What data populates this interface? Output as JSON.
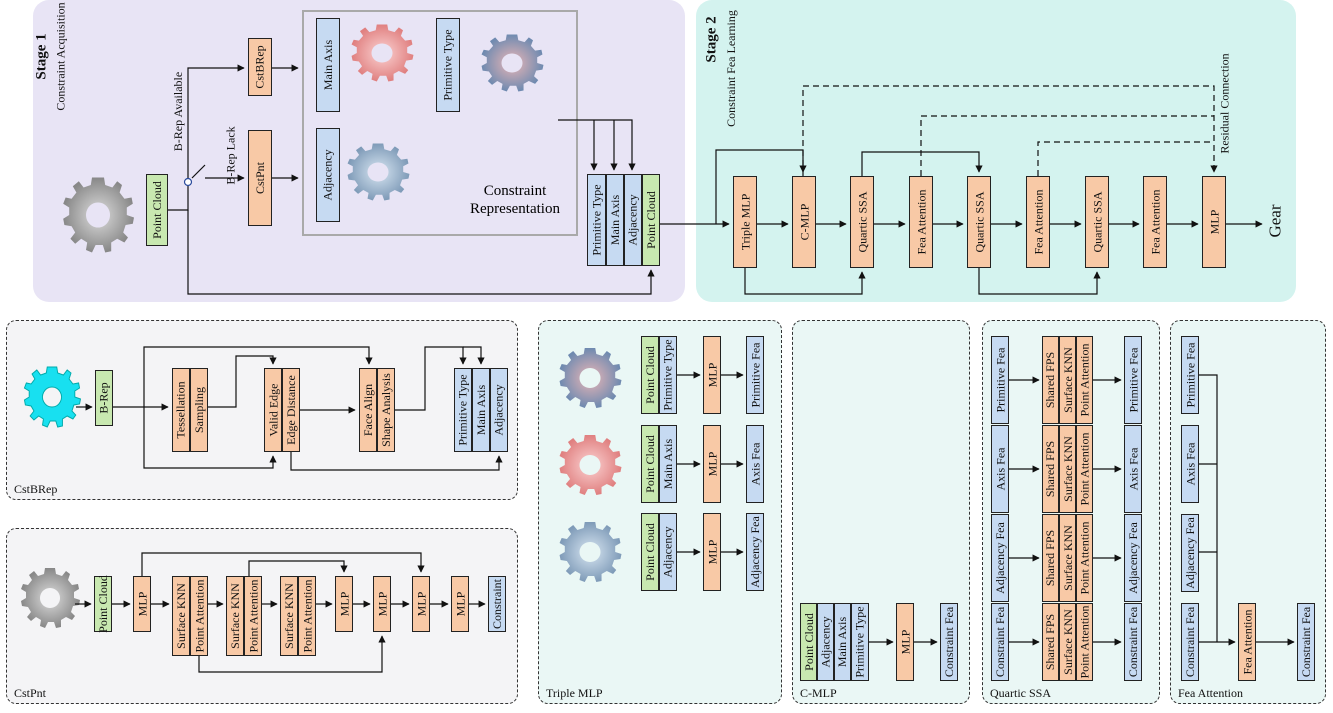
{
  "stage1": {
    "title": "Stage 1",
    "subtitle": "Constraint Acquisition"
  },
  "stage2": {
    "title": "Stage 2",
    "subtitle": "Constraint Fea Learning"
  },
  "s1": {
    "point_cloud": "Point Cloud",
    "brep_available": "B-Rep Available",
    "brep_lack": "B-Rep Lack",
    "cstbrep": "CstBRep",
    "cstpnt": "CstPnt",
    "main_axis": "Main Axis",
    "primitive_type": "Primitive Type",
    "adjacency": "Adjacency",
    "constraint_rep_1": "Constraint",
    "constraint_rep_2": "Representation",
    "stack": [
      "Primitive Type",
      "Main Axis",
      "Adjacency",
      "Point Cloud"
    ]
  },
  "s2": {
    "triple_mlp": "Triple MLP",
    "cmlp": "C-MLP",
    "quartic_ssa": "Quartic SSA",
    "fea_attention": "Fea Attention",
    "mlp": "MLP",
    "gear": "Gear",
    "residual": "Residual Connection"
  },
  "cstbrep_panel": {
    "label": "CstBRep",
    "brep": "B-Rep",
    "tess": [
      "Tessellation",
      "Sampling"
    ],
    "valid": [
      "Valid Edge",
      "Edge Distance"
    ],
    "face": [
      "Face Align",
      "Shape Analysis"
    ],
    "out": [
      "Primitive Type",
      "Main Axis",
      "Adjacency"
    ]
  },
  "cstpnt_panel": {
    "label": "CstPnt",
    "point_cloud": "Point Cloud",
    "mlp": "MLP",
    "sk": "Surface KNN",
    "pa": "Point Attention",
    "constraint": "Constraint"
  },
  "triple_panel": {
    "label": "Triple MLP",
    "point_cloud": "Point Cloud",
    "rows": [
      {
        "in": "Primitive Type",
        "out": "Primitive Fea"
      },
      {
        "in": "Main Axis",
        "out": "Axis Fea"
      },
      {
        "in": "Adjacency",
        "out": "Adjacency Fea"
      }
    ],
    "mlp": "MLP"
  },
  "cmlp_panel": {
    "label": "C-MLP",
    "stack": [
      "Point Cloud",
      "Adjacency",
      "Main Axis",
      "Primitive Type"
    ],
    "mlp": "MLP",
    "out": "Constraint Fea"
  },
  "ssa_panel": {
    "label": "Quartic SSA",
    "rows": [
      "Primitive Fea",
      "Axis Fea",
      "Adjacency Fea",
      "Constraint Fea"
    ],
    "ops": [
      "Shared FPS",
      "Surface KNN",
      "Point Attention"
    ]
  },
  "fa_panel": {
    "label": "Fea Attention",
    "inputs": [
      "Primitive Fea",
      "Axis Fea",
      "Adjacency Fea",
      "Constraint Fea"
    ],
    "attn": "Fea Attention",
    "out": "Constraint Fea"
  },
  "colors": {
    "mlp": "#f8c9a6",
    "input": "#c8e8b0",
    "constraint": "#c6daf2",
    "stage1": "#e8e4f5",
    "stage2": "#d4f3ef"
  }
}
